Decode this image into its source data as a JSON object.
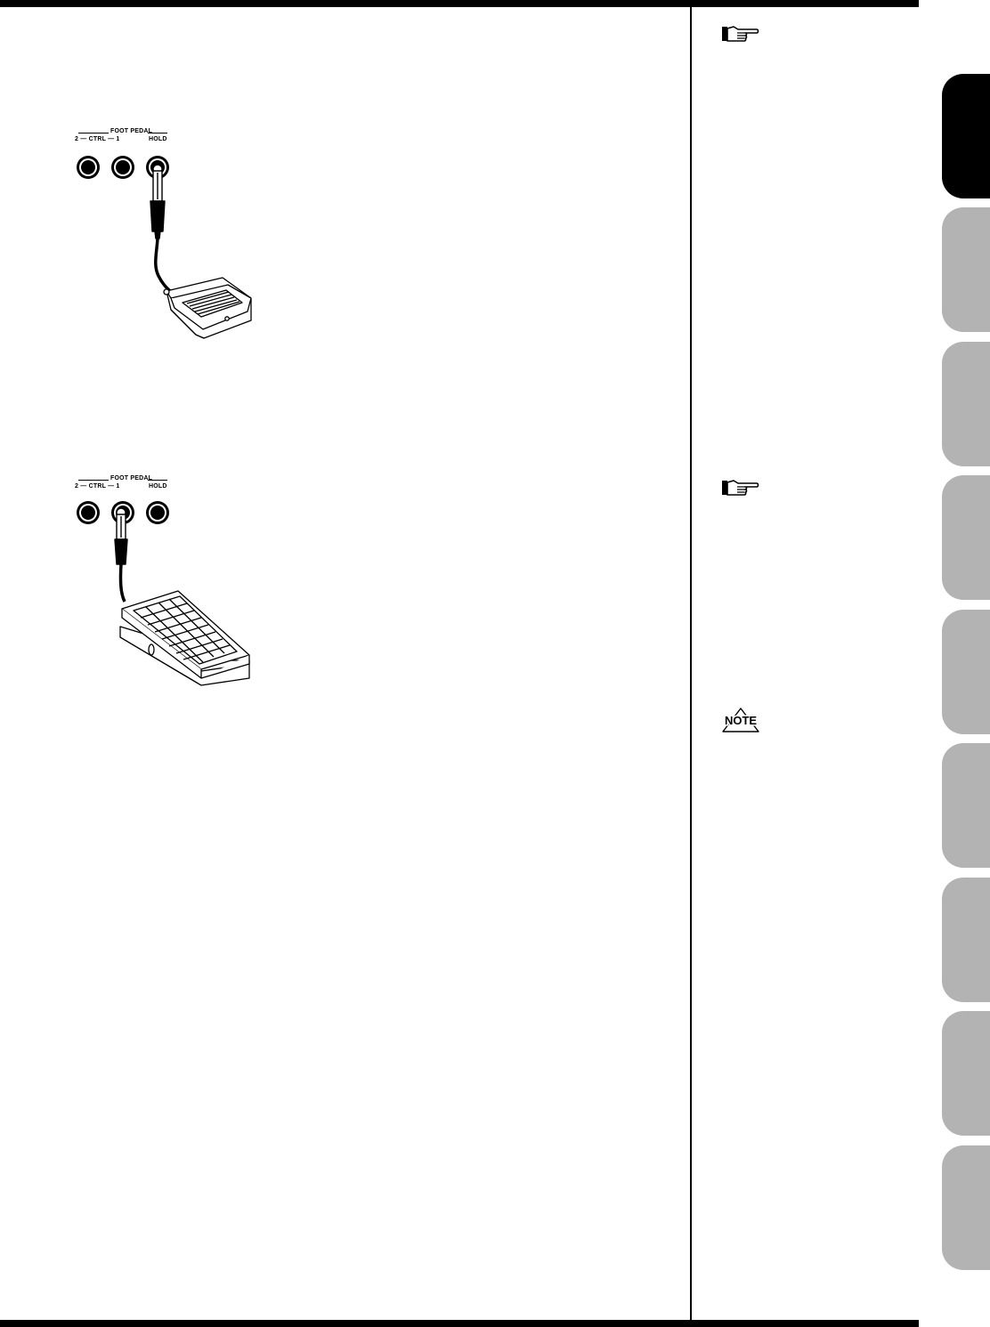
{
  "panel_top": {
    "title": "FOOT PEDAL",
    "left_label": "2 — CTRL — 1",
    "right_label": "HOLD",
    "plugged_jack": "HOLD",
    "pedal_icon": "footswitch-pedal-icon"
  },
  "panel_bottom": {
    "title": "FOOT PEDAL",
    "left_label": "2 — CTRL — 1",
    "right_label": "HOLD",
    "plugged_jack": "CTRL 1",
    "pedal_icon": "expression-pedal-icon"
  },
  "sidebar": {
    "reference_icons": [
      "pointing-hand-icon",
      "pointing-hand-icon"
    ],
    "note_icon": {
      "label": "NOTE"
    }
  },
  "chapter_tabs": {
    "count": 9,
    "active_index": 0,
    "colors": {
      "active": "#000000",
      "inactive": "#b3b3b3"
    }
  }
}
